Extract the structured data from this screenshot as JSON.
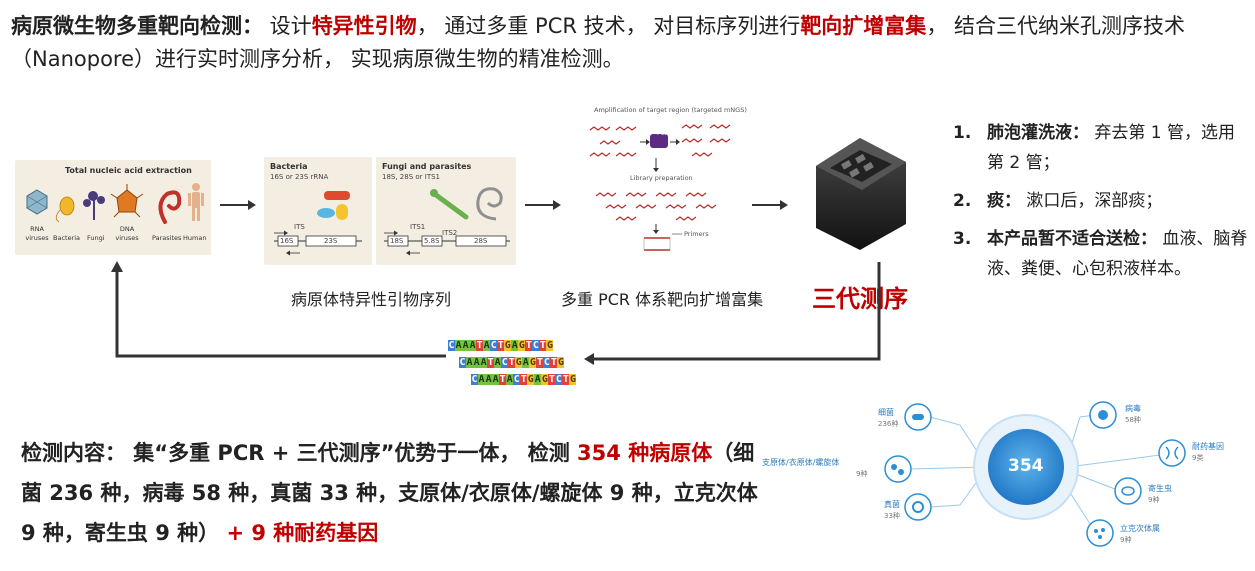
{
  "intro": {
    "lead": "病原微生物多重靶向检测：",
    "p1": " 设计",
    "hl1": "特异性引物",
    "p2": "， 通过多重 PCR 技术， 对目标序列进行",
    "hl2": "靶向扩增富集",
    "p3": "， 结合三代纳米孔测序技术（Nanopore）进行实时测序分析， 实现病原微生物的精准检测。"
  },
  "extraction": {
    "title": "Total nucleic acid extraction",
    "organisms": [
      "RNA viruses",
      "Bacteria",
      "Fungi",
      "DNA viruses",
      "Parasites",
      "Human"
    ]
  },
  "bacteria_panel": {
    "title": "Bacteria",
    "subtitle": "16S or 23S rRNA",
    "its": "ITS",
    "seg1": "16S",
    "seg2": "23S"
  },
  "fungi_panel": {
    "title": "Fungi and parasites",
    "subtitle": "18S, 28S or ITS1",
    "its1": "ITS1",
    "its2": "ITS2",
    "seg1": "18S",
    "seg2": "5.8S",
    "seg3": "28S"
  },
  "amplification": {
    "title": "Amplification of target region (targeted mNGS)",
    "pcr": "PCR",
    "library": "Library preparation",
    "primers": "Primers"
  },
  "captions": {
    "primer": "病原体特异性引物序列",
    "pcr": "多重 PCR 体系靶向扩增富集",
    "seq": "三代测序"
  },
  "sequence": "CAAATACTGAGTCTG",
  "notes": [
    {
      "num": "1.",
      "label": "肺泡灌洗液：",
      "text": " 弃去第 1 管，选用第 2 管；"
    },
    {
      "num": "2.",
      "label": "痰：",
      "text": " 漱口后，深部痰；"
    },
    {
      "num": "3.",
      "label": "本产品暂不适合送检：",
      "text": " 血液、脑脊液、粪便、心包积液样本。"
    }
  ],
  "bottom": {
    "lead": "检测内容： 集“多重 PCR + 三代测序”优势于一体， 检测 ",
    "hl": "354 种病原体",
    "mid": "（细菌 236 种，病毒 58 种，真菌 33 种，支原体/衣原体/螺旋体 9 种，立克次体 9 种，寄生虫 9 种）",
    "hl2": " + 9 种耐药基因"
  },
  "wheel": {
    "center": "354",
    "items": [
      {
        "label": "细菌",
        "count": "236种"
      },
      {
        "label": "支原体/衣原体/螺旋体",
        "count": "9种"
      },
      {
        "label": "真菌",
        "count": "33种"
      },
      {
        "label": "病毒",
        "count": "58种"
      },
      {
        "label": "耐药基因",
        "count": "9类"
      },
      {
        "label": "寄生虫",
        "count": "9种"
      },
      {
        "label": "立克次体属",
        "count": "9种"
      }
    ]
  },
  "colors": {
    "accent_red": "#c00000",
    "wheel_blue": "#2b8fd6",
    "panel_bg": "#f3ede2"
  }
}
